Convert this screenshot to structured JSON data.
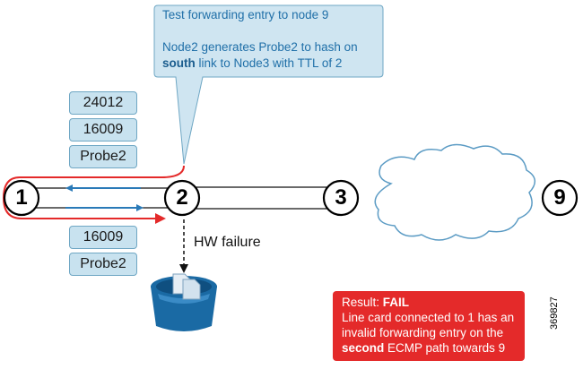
{
  "callout": {
    "line1": "Test forwarding entry to node 9",
    "line2_pre": "Node2 generates Probe2 to hash on",
    "line3_bold": "south",
    "line3_rest": " link to Node3 with TTL of 2"
  },
  "stack_top": [
    "24012",
    "16009",
    "Probe2"
  ],
  "stack_bottom": [
    "16009",
    "Probe2"
  ],
  "nodes": {
    "n1": "1",
    "n2": "2",
    "n3": "3",
    "n9": "9"
  },
  "failure_label": "HW failure",
  "result": {
    "prefix": "Result: ",
    "status": "FAIL",
    "line2": "Line card connected to 1 has an",
    "line3": "invalid forwarding entry on the",
    "line4_bold": "second",
    "line4_rest": " ECMP path towards 9"
  },
  "figure_id": "369827",
  "colors": {
    "callout_fill": "#cfe5f1",
    "stack_fill": "#c8e2ef",
    "probe_path": "#e42a2a",
    "link_arrow": "#2a7ab8",
    "result_fill": "#e42a2a",
    "bucket": "#1a6aa4"
  },
  "icons": [
    "cloud-icon",
    "bucket-icon",
    "document-icon"
  ]
}
